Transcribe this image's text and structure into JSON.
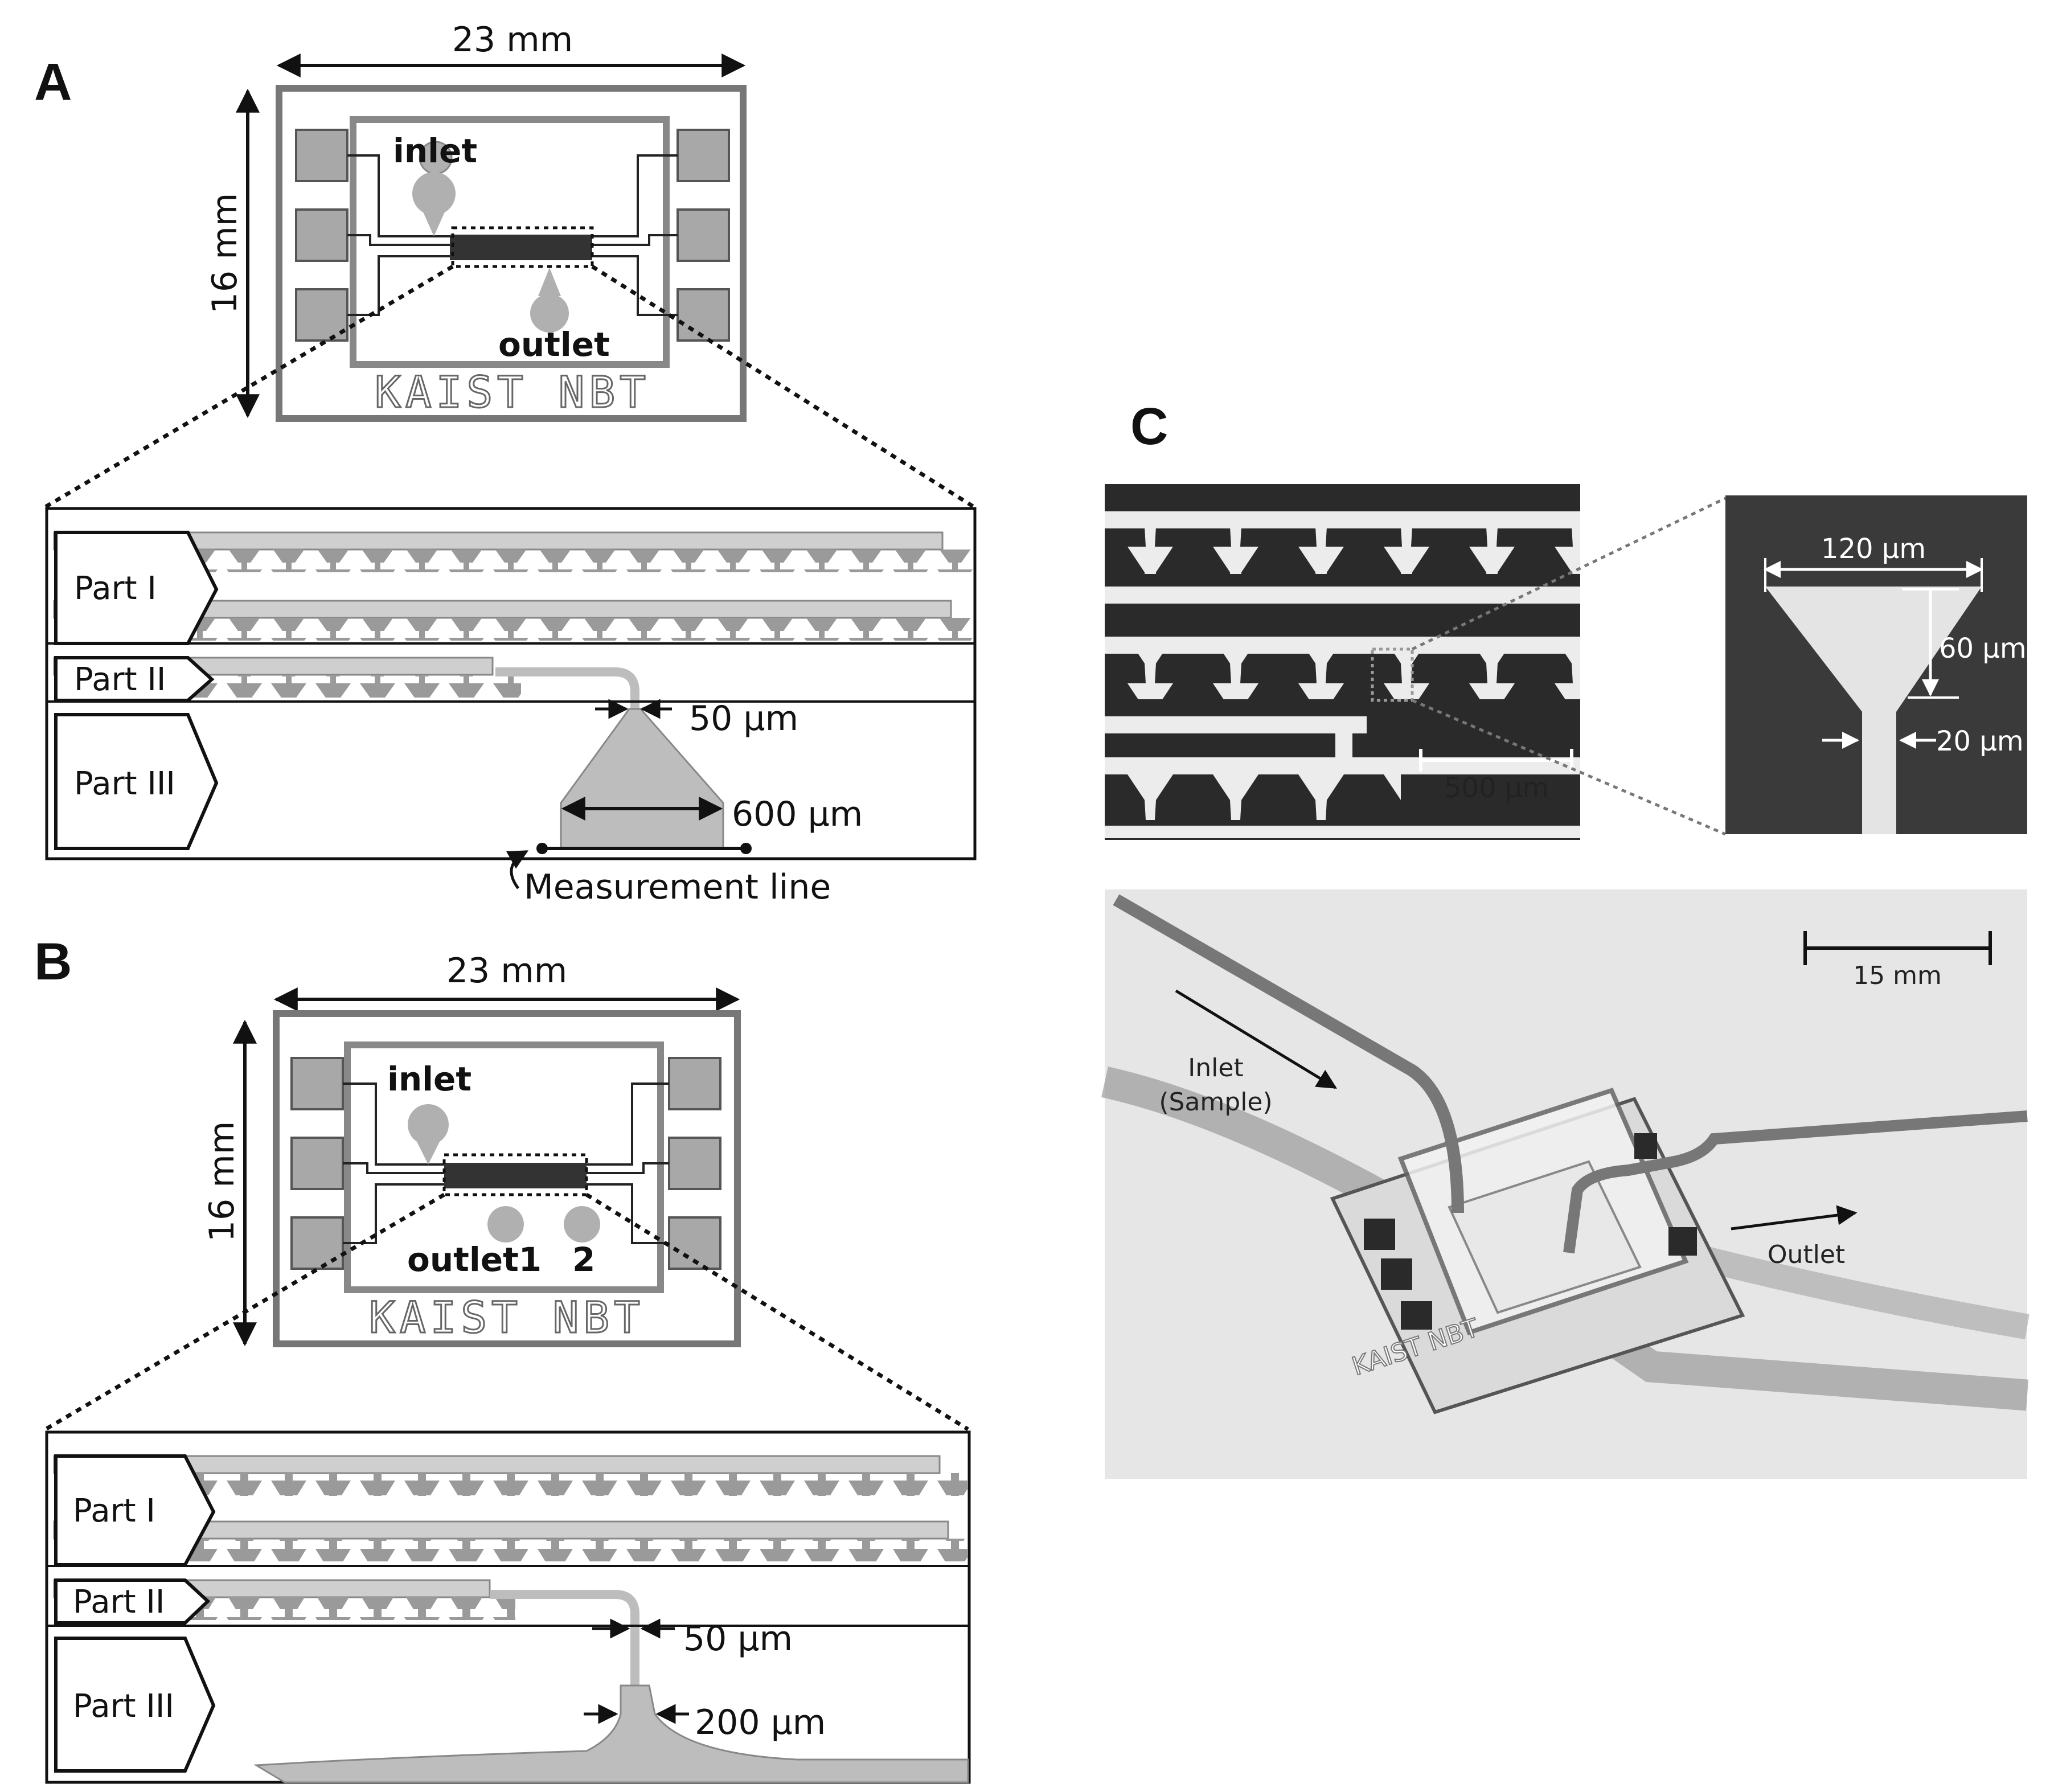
{
  "panels": {
    "A": {
      "letter": "A",
      "width_label": "23 mm",
      "height_label": "16 mm",
      "inlet_label": "inlet",
      "outlet_label": "outlet",
      "chip_text": "KAIST NBT",
      "parts": [
        "Part I",
        "Part II",
        "Part III"
      ],
      "dim_narrow": "50 μm",
      "dim_wide": "600 μm",
      "measurement_label": "Measurement line"
    },
    "B": {
      "letter": "B",
      "width_label": "23 mm",
      "height_label": "16 mm",
      "inlet_label": "inlet",
      "outlet1_label": "outlet1",
      "outlet2_label": "2",
      "chip_text": "KAIST NBT",
      "parts": [
        "Part I",
        "Part II",
        "Part III"
      ],
      "dim_narrow": "50 μm",
      "dim_wide": "200 μm"
    },
    "C": {
      "letter": "C",
      "micro_scale": "500 μm",
      "zoom_width": "120 μm",
      "zoom_height": "60 μm",
      "zoom_neck": "20 μm",
      "photo_scale": "15 mm",
      "photo_inlet": [
        "Inlet",
        "(Sample)"
      ],
      "photo_outlet": "Outlet",
      "photo_chip_text": "KAIST NBT"
    }
  },
  "colors": {
    "chip_fill": "#c8c8c8",
    "pad_fill": "#a8a8a8",
    "line": "#222222",
    "micrograph_bg": "#2a2a2a",
    "micrograph_channel": "#e8e8e8",
    "photo_bg": "#e6e6e6"
  }
}
